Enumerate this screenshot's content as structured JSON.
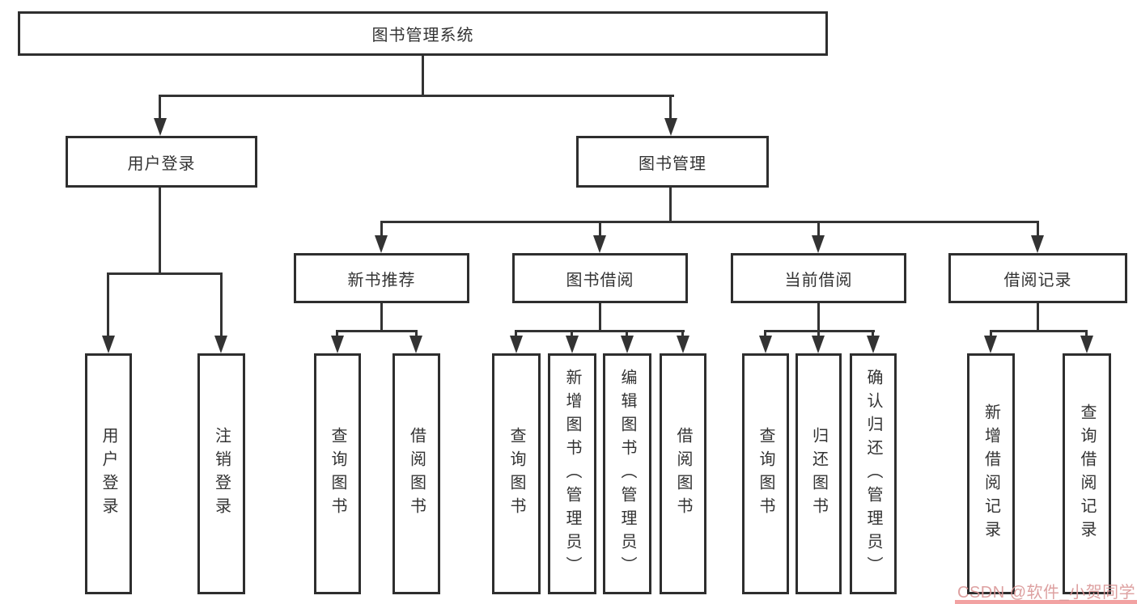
{
  "page": {
    "background": "#ffffff"
  },
  "diagram": {
    "title": "图书管理系统",
    "line_color": "#333333",
    "box_border_color": "#2e2e2e",
    "text_color": "#333333",
    "branches": {
      "user_login": {
        "label": "用户登录",
        "children": [
          "用户登录",
          "注销登录"
        ]
      },
      "book_mgmt": {
        "label": "图书管理",
        "children": {
          "new_books": {
            "label": "新书推荐",
            "children": [
              "查询图书",
              "借阅图书"
            ]
          },
          "borrowing": {
            "label": "图书借阅",
            "children": [
              "查询图书",
              "新增图书（管理员）",
              "编辑图书（管理员）",
              "借阅图书"
            ]
          },
          "current": {
            "label": "当前借阅",
            "children": [
              "查询图书",
              "归还图书",
              "确认归还（管理员）"
            ]
          },
          "records": {
            "label": "借阅记录",
            "children": [
              "新增借阅记录",
              "查询借阅记录"
            ]
          }
        }
      }
    }
  },
  "watermark": {
    "text": "CSDN @软件_小贺同学",
    "color": "#e0a3a3",
    "bar_color": "#f2a2a2"
  }
}
